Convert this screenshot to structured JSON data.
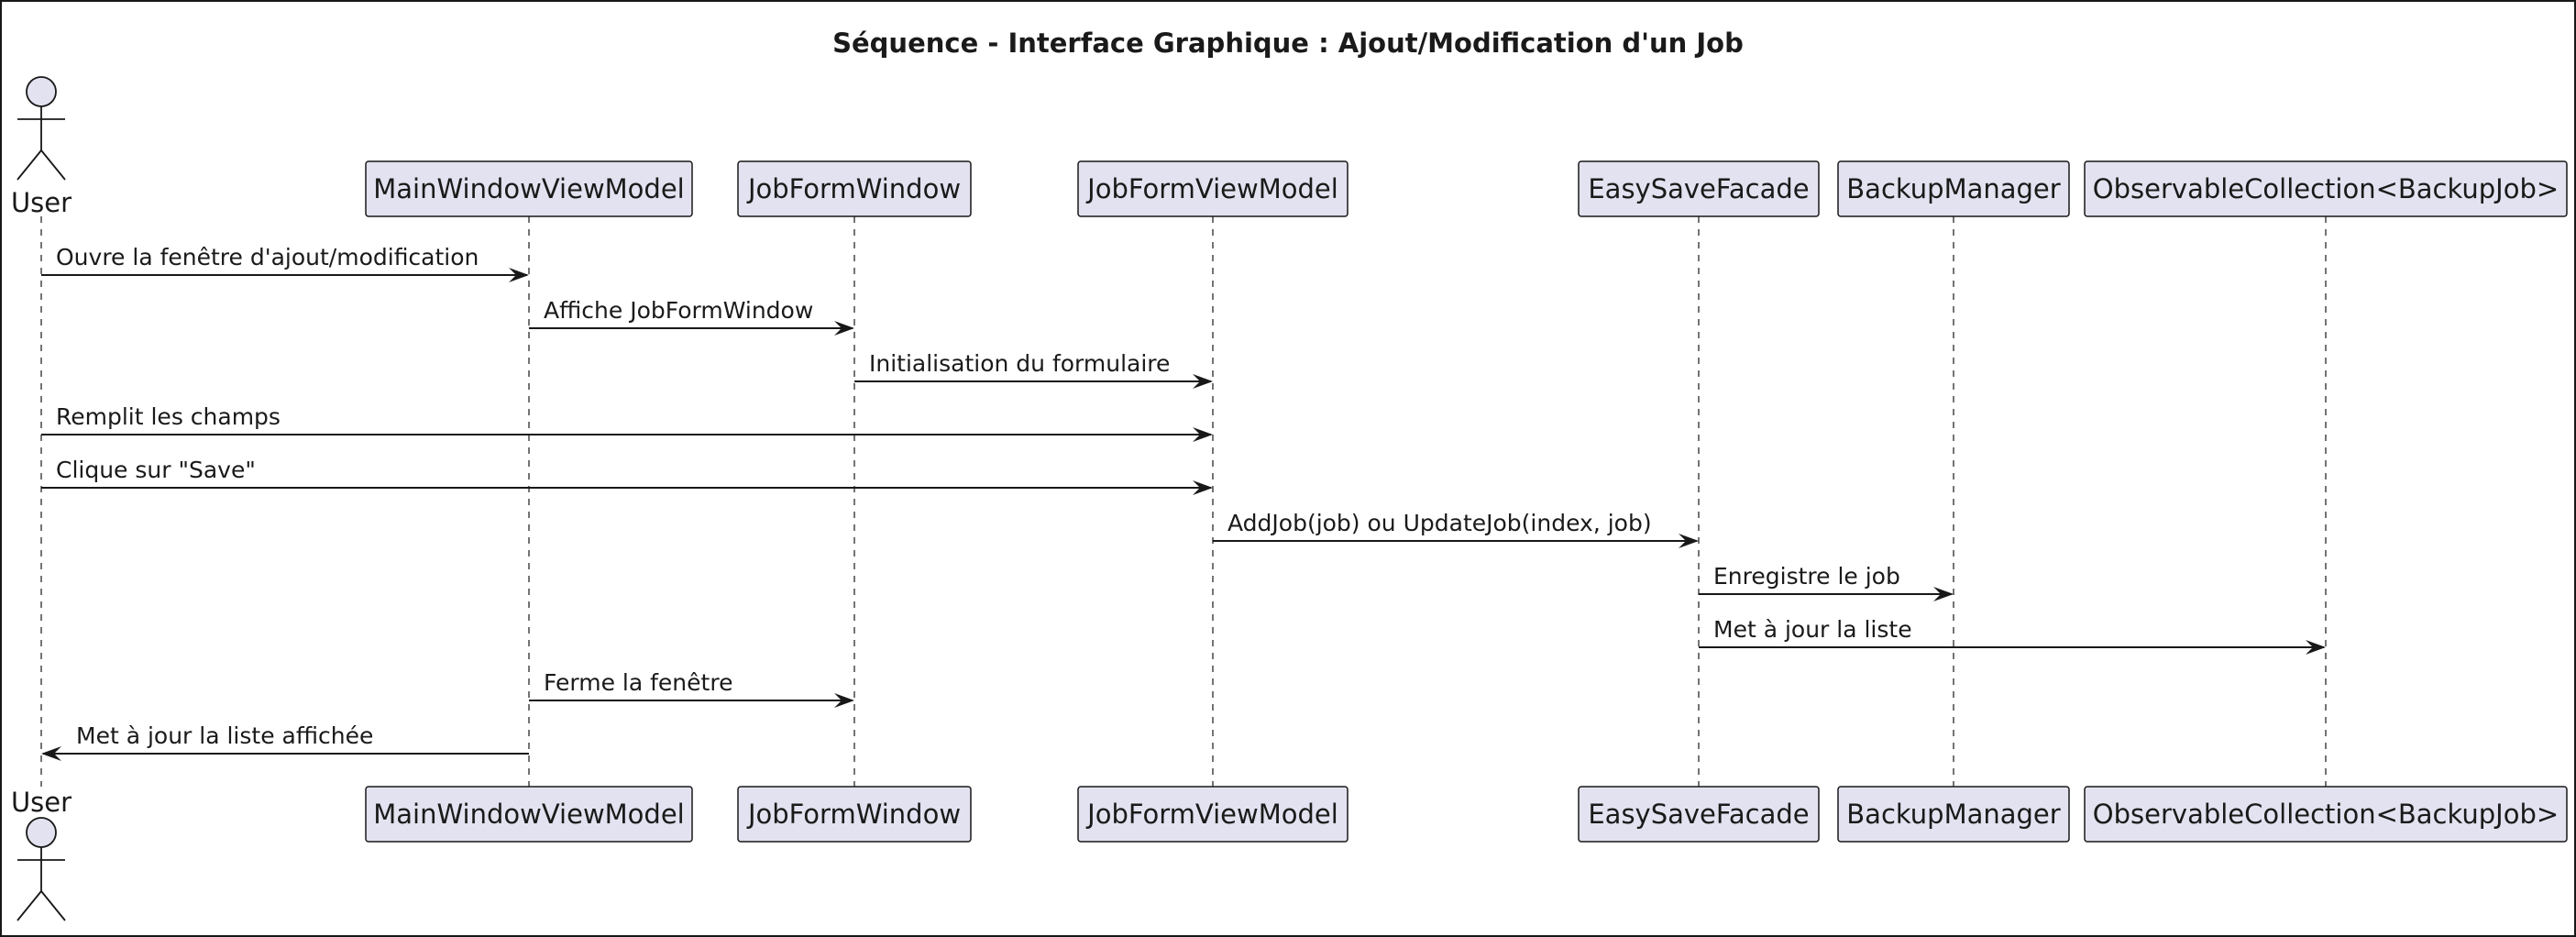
{
  "diagram": {
    "title": "Séquence - Interface Graphique : Ajout/Modification d'un Job",
    "participants": [
      {
        "id": "user",
        "label": "User",
        "kind": "actor"
      },
      {
        "id": "mwvm",
        "label": "MainWindowViewModel",
        "kind": "participant"
      },
      {
        "id": "jfw",
        "label": "JobFormWindow",
        "kind": "participant"
      },
      {
        "id": "jfvm",
        "label": "JobFormViewModel",
        "kind": "participant"
      },
      {
        "id": "esf",
        "label": "EasySaveFacade",
        "kind": "participant"
      },
      {
        "id": "bm",
        "label": "BackupManager",
        "kind": "participant"
      },
      {
        "id": "oc",
        "label": "ObservableCollection<BackupJob>",
        "kind": "participant"
      }
    ],
    "messages": [
      {
        "from": "user",
        "to": "mwvm",
        "label": "Ouvre la fenêtre d'ajout/modification"
      },
      {
        "from": "mwvm",
        "to": "jfw",
        "label": "Affiche JobFormWindow"
      },
      {
        "from": "jfw",
        "to": "jfvm",
        "label": "Initialisation du formulaire"
      },
      {
        "from": "user",
        "to": "jfvm",
        "label": "Remplit les champs"
      },
      {
        "from": "user",
        "to": "jfvm",
        "label": "Clique sur \"Save\""
      },
      {
        "from": "jfvm",
        "to": "esf",
        "label": "AddJob(job) ou UpdateJob(index, job)"
      },
      {
        "from": "esf",
        "to": "bm",
        "label": "Enregistre le job"
      },
      {
        "from": "esf",
        "to": "oc",
        "label": "Met à jour la liste"
      },
      {
        "from": "mwvm",
        "to": "jfw",
        "label": "Ferme la fenêtre"
      },
      {
        "from": "mwvm",
        "to": "user",
        "label": "Met à jour la liste affichée"
      }
    ]
  }
}
